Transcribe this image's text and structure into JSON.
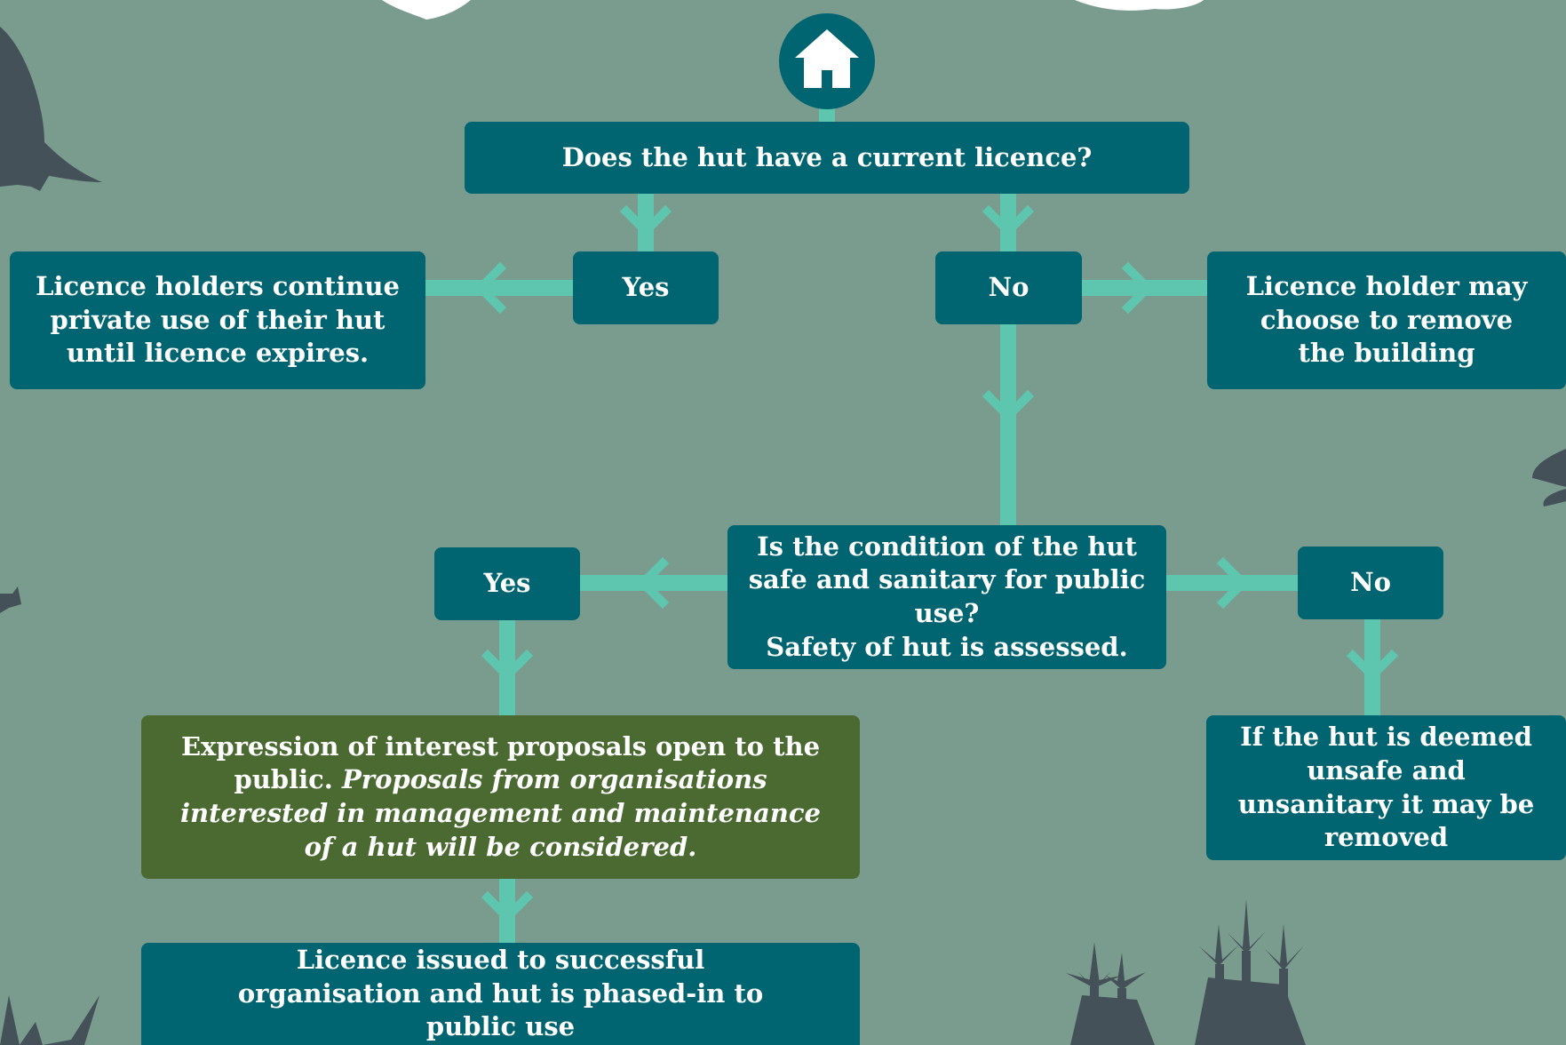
{
  "colors": {
    "background": "#7a9c8e",
    "box": "#006471",
    "box_highlight": "#4b6a32",
    "connector": "#5ec5ae",
    "silhouette": "#455158",
    "text": "#ffffff"
  },
  "icons": {
    "start": "house-icon",
    "decor": [
      "bird-silhouette",
      "cabbage-tree-silhouette",
      "grass-silhouette",
      "fern-silhouette"
    ]
  },
  "flow": {
    "q1": "Does the hut have a current licence?",
    "q1_yes": "Yes",
    "q1_no": "No",
    "q1_yes_outcome": "Licence holders continue private use of their hut until licence expires.",
    "q1_no_outcome": "Licence holder may choose to remove the building",
    "q2_line1": "Is the condition of the hut safe and sanitary for public use?",
    "q2_line2": "Safety of hut is assessed.",
    "q2_yes": "Yes",
    "q2_no": "No",
    "q2_no_outcome": "If the hut is deemed unsafe and unsanitary it may be removed",
    "eoi_plain": "Expression of interest proposals open to the public.",
    "eoi_italic": "Proposals from organisations interested in management and maintenance of a hut will be considered.",
    "final": "Licence issued to successful organisation and hut is phased-in to public use"
  }
}
